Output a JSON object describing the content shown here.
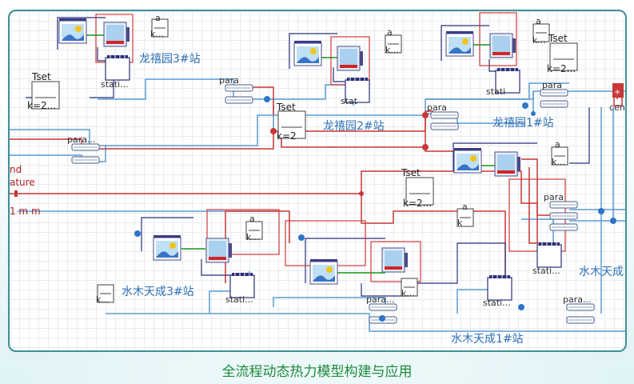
{
  "labels": {
    "station_longxi_3": "龙禧园3#站",
    "station_longxi_2": "龙禧园2#站",
    "station_longxi_1": "龙禧园1#站",
    "station_shuimu_3": "水木天成3#站",
    "station_shuimu_1": "水木天成1#站",
    "station_shuimu_partial": "水木天成",
    "ground_line1": "nd",
    "ground_line2": "ature",
    "ground_line3": "1 m m",
    "tset": "Tset",
    "k2": "k=2",
    "k2_dots": "k=2...",
    "para_short": "para",
    "para_dots": "para...",
    "stati_dots": "stati...",
    "stati": "stati",
    "stat_short": "stat",
    "a": "a",
    "k_dots": "k...",
    "k": "k",
    "cen": "cen",
    "footer": "全流程动态热力模型构建与应用"
  },
  "colors": {
    "supply_line": "#c83737",
    "return_line": "#5b9bd5",
    "control_line": "#2a2f7a",
    "connector_node": "#2e75c8",
    "frame_border": "#3f8f98",
    "footer_text": "#1e8a3a"
  }
}
